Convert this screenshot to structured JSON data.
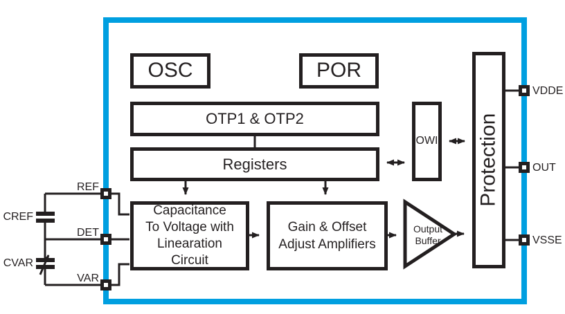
{
  "blocks": {
    "osc": "OSC",
    "por": "POR",
    "otp": "OTP1 & OTP2",
    "registers": "Registers",
    "c2v_lines": [
      "Capacitance",
      "To Voltage with",
      "Linearation",
      "Circuit"
    ],
    "gain_lines": [
      "Gain & Offset",
      "Adjust Amplifiers"
    ],
    "output_buffer_lines": [
      "Output",
      "Buffer"
    ],
    "owi": "OWI",
    "protection": "Protection"
  },
  "pins": {
    "ref": "REF",
    "det": "DET",
    "var": "VAR",
    "vdde": "VDDE",
    "out": "OUT",
    "vsse": "VSSE"
  },
  "external_components": {
    "cref": "CREF",
    "cvar": "CVAR"
  },
  "colors": {
    "chip_outline_blue": "#009FE0",
    "line_black": "#231F20"
  }
}
